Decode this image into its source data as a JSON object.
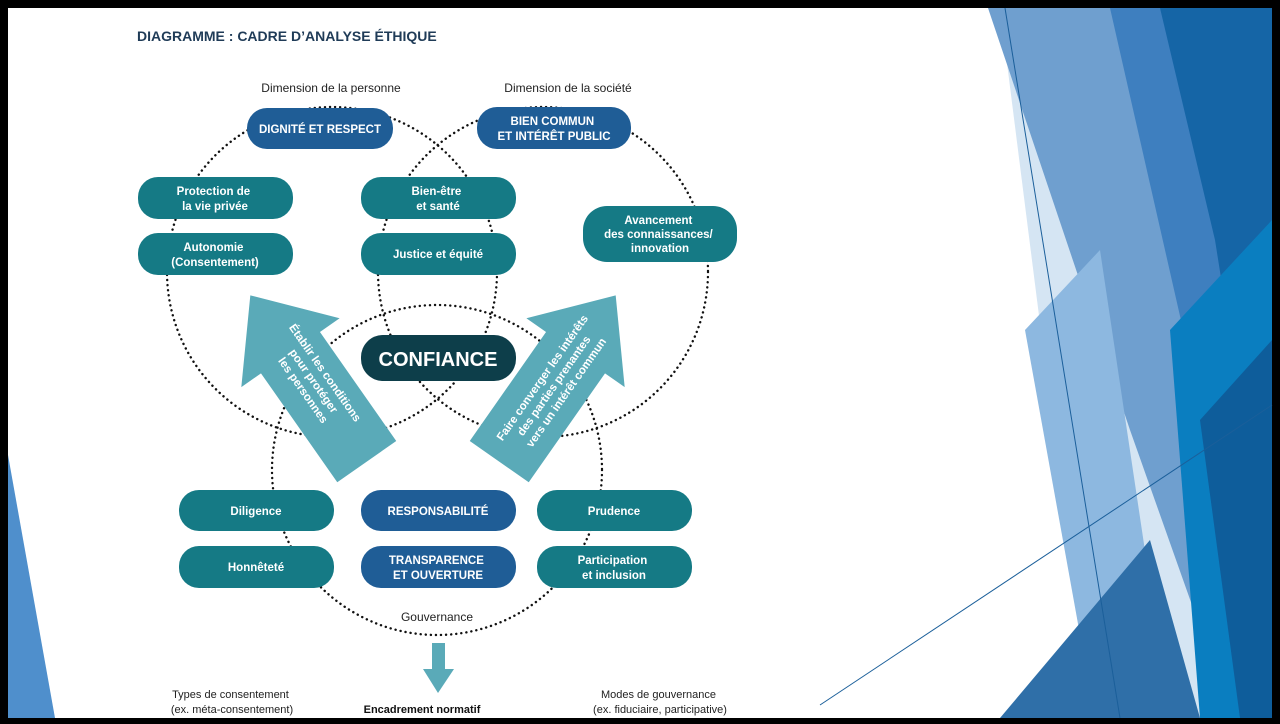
{
  "diagram": {
    "title": "DIAGRAMME : CADRE D’ANALYSE ÉTHIQUE",
    "dimension_personne": "Dimension de la personne",
    "dimension_societe": "Dimension de la société",
    "gouvernance": "Gouvernance",
    "center": "CONFIANCE",
    "pills": {
      "dignite": [
        "DIGNITÉ ET RESPECT"
      ],
      "bien_commun": [
        "BIEN COMMUN",
        "ET INTÉRÊT PUBLIC"
      ],
      "vie_privee": [
        "Protection de",
        "la vie privée"
      ],
      "bien_etre": [
        "Bien-être",
        "et santé"
      ],
      "avancement": [
        "Avancement",
        "des connaissances/",
        "innovation"
      ],
      "autonomie": [
        "Autonomie",
        "(Consentement)"
      ],
      "justice": [
        "Justice et équité"
      ],
      "diligence": [
        "Diligence"
      ],
      "responsabilite": [
        "RESPONSABILITÉ"
      ],
      "prudence": [
        "Prudence"
      ],
      "honnetete": [
        "Honnêteté"
      ],
      "transparence": [
        "TRANSPARENCE",
        "ET OUVERTURE"
      ],
      "participation": [
        "Participation",
        "et inclusion"
      ]
    },
    "arrow_left": [
      "Établir les conditions",
      "pour protéger",
      "les personnes"
    ],
    "arrow_right": [
      "Faire converger les intérêts",
      "des parties prenantes",
      "vers un intérêt commun"
    ],
    "bottom": {
      "left": [
        "Types de consentement",
        "(ex. méta-consentement)"
      ],
      "center": "Encadrement normatif",
      "right": [
        "Modes de gouvernance",
        "(ex. fiduciaire, participative)"
      ]
    }
  },
  "colors": {
    "teal": "#157a85",
    "blue": "#1f5d96",
    "dark_center": "#0d3e4a",
    "arrow": "#5aaab8"
  }
}
